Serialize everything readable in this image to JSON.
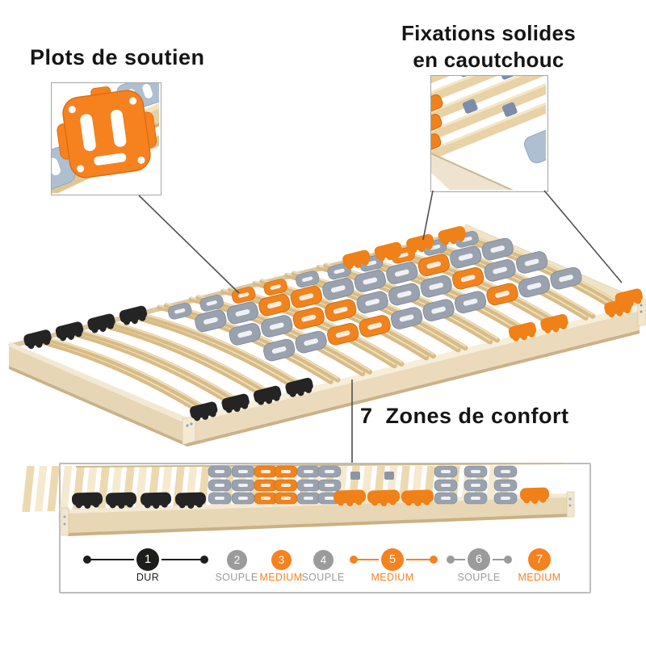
{
  "annotations": {
    "plots": {
      "title": "Plots de soutien"
    },
    "fixations": {
      "line1": "Fixations solides",
      "line2": "en caoutchouc"
    },
    "zones": {
      "title": "7  Zones de confort"
    }
  },
  "comfort_zones": {
    "items": [
      {
        "number": "1",
        "label": "DUR",
        "type": "dur",
        "color": "#1d1d1b",
        "range_line": true
      },
      {
        "number": "2",
        "label": "SOUPLE",
        "type": "souple",
        "color": "#9b9b9b",
        "range_line": false
      },
      {
        "number": "3",
        "label": "MEDIUM",
        "type": "medium",
        "color": "#f6821f",
        "range_line": false
      },
      {
        "number": "4",
        "label": "SOUPLE",
        "type": "souple",
        "color": "#9b9b9b",
        "range_line": false
      },
      {
        "number": "5",
        "label": "MEDIUM",
        "type": "medium",
        "color": "#f6821f",
        "range_line": true
      },
      {
        "number": "6",
        "label": "SOUPLE",
        "type": "souple",
        "color": "#9b9b9b",
        "range_line": true
      },
      {
        "number": "7",
        "label": "MEDIUM",
        "type": "medium",
        "color": "#f6821f",
        "range_line": false
      }
    ]
  },
  "bed": {
    "slats": [
      {
        "plots": "none",
        "front_cap": "black",
        "back_cap": "black"
      },
      {
        "plots": "none",
        "front_cap": "black",
        "back_cap": "black"
      },
      {
        "plots": "none",
        "front_cap": "black",
        "back_cap": "black"
      },
      {
        "plots": "none",
        "front_cap": "black",
        "back_cap": "black"
      },
      {
        "plots": "grey",
        "front_cap": null,
        "back_cap": null
      },
      {
        "plots": "grey",
        "front_cap": null,
        "back_cap": null
      },
      {
        "plots": "orange",
        "front_cap": null,
        "back_cap": null
      },
      {
        "plots": "orange",
        "front_cap": null,
        "back_cap": null
      },
      {
        "plots": "grey",
        "front_cap": null,
        "back_cap": null
      },
      {
        "plots": "grey",
        "front_cap": null,
        "back_cap": null
      },
      {
        "plots": "grey",
        "front_cap": "orange",
        "back_cap": "orange"
      },
      {
        "plots": "orange",
        "front_cap": "orange",
        "back_cap": "orange"
      },
      {
        "plots": "grey",
        "front_cap": null,
        "back_cap": "orange"
      },
      {
        "plots": "grey",
        "front_cap": "orange",
        "back_cap": "orange"
      }
    ]
  },
  "colors": {
    "orange": "#f6821f",
    "grey_label": "#9b9b9b",
    "black": "#1d1d1b",
    "plot_grey": "#99a2ae",
    "plot_orange": "#f0831e",
    "cap_black": "#242424",
    "cap_orange": "#f08018",
    "wood_slat": "#d9bb86",
    "wood_frame": "#ebdbbc",
    "connector_line": "#4f4f4f"
  }
}
